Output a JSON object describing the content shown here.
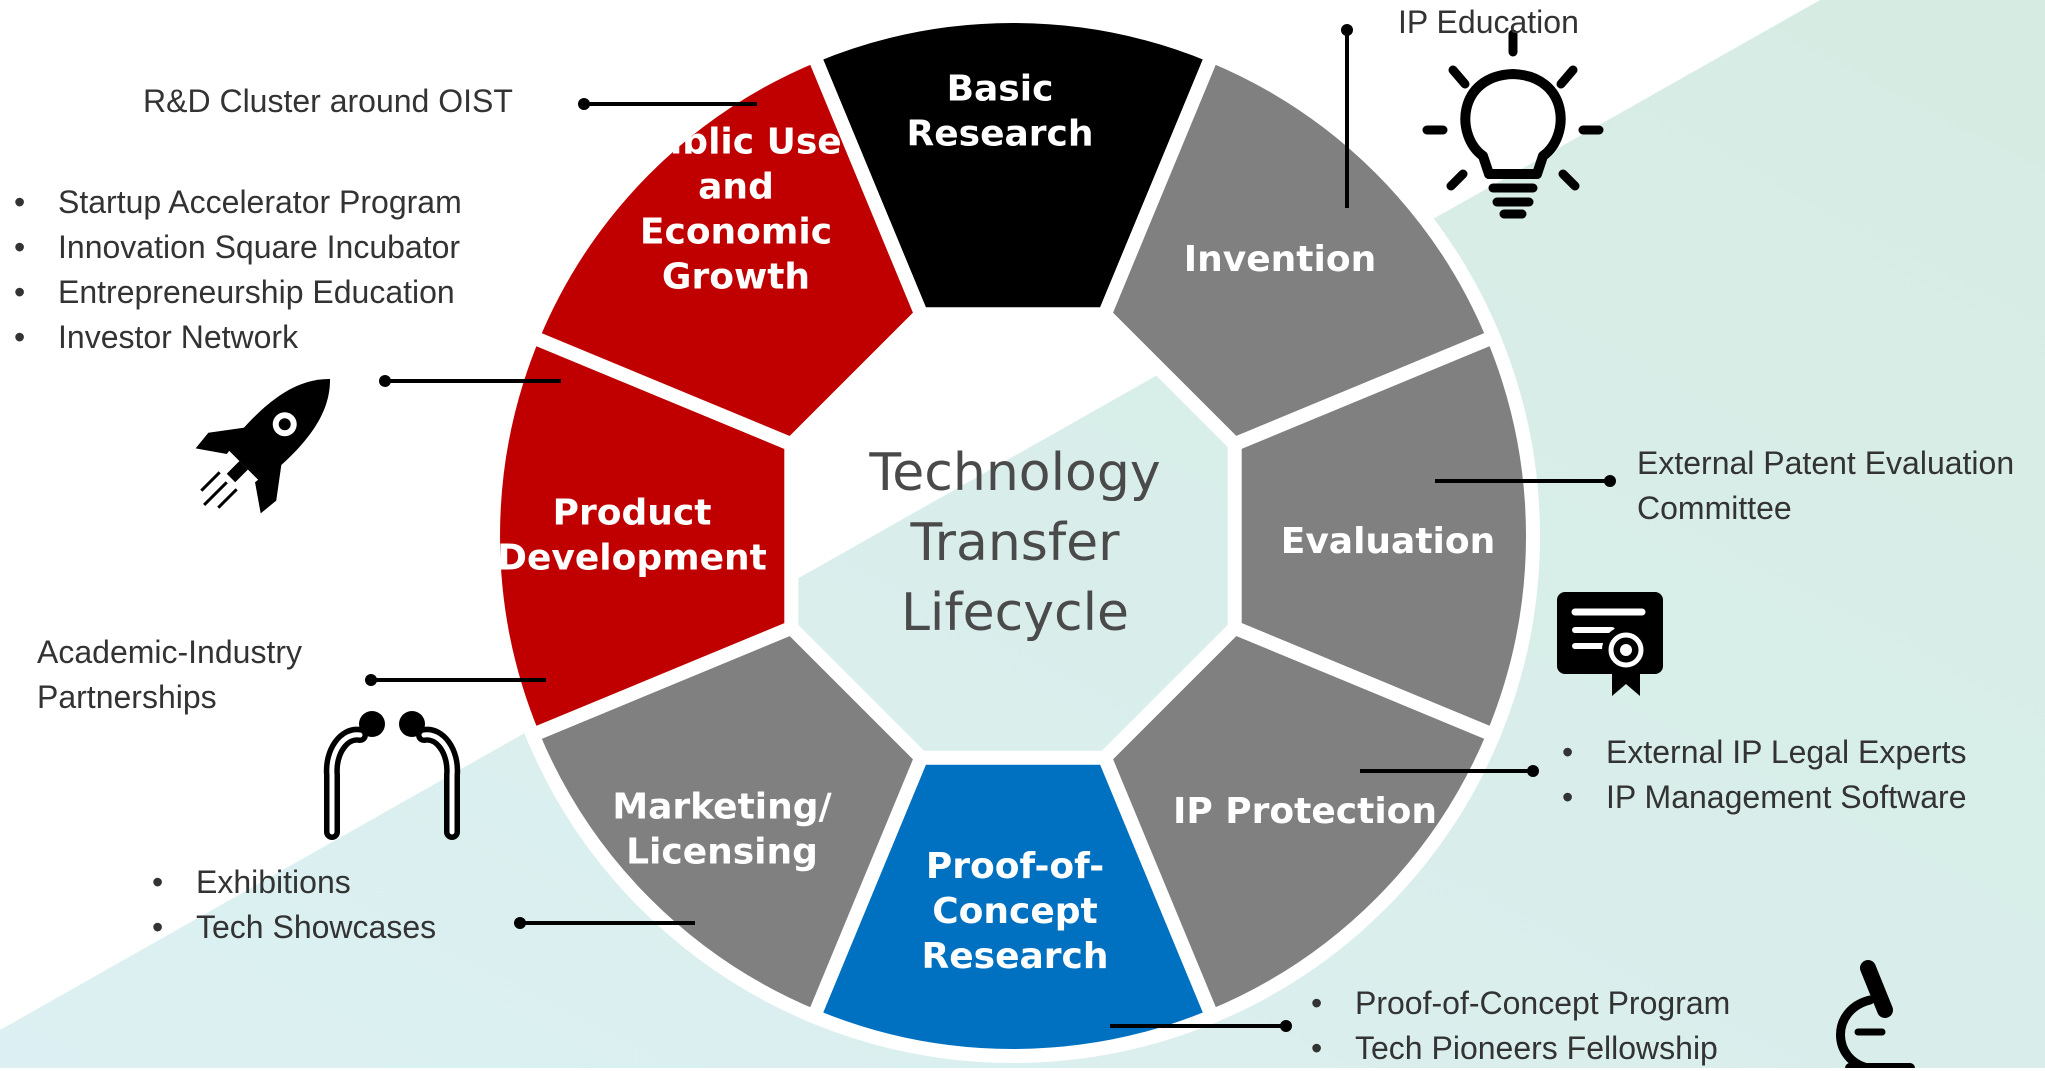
{
  "center_title": [
    "Technology",
    "Transfer",
    "Lifecycle"
  ],
  "segments": [
    {
      "id": "basic-research",
      "lines": [
        "Basic",
        "Research"
      ],
      "color": "#000000"
    },
    {
      "id": "invention",
      "lines": [
        "Invention"
      ],
      "color": "#808080"
    },
    {
      "id": "evaluation",
      "lines": [
        "Evaluation"
      ],
      "color": "#808080"
    },
    {
      "id": "ip-protection",
      "lines": [
        "IP Protection"
      ],
      "color": "#808080"
    },
    {
      "id": "proof-of-concept",
      "lines": [
        "Proof-of-",
        "Concept",
        "Research"
      ],
      "color": "#0070C0"
    },
    {
      "id": "marketing-licensing",
      "lines": [
        "Marketing/",
        "Licensing"
      ],
      "color": "#808080"
    },
    {
      "id": "product-development",
      "lines": [
        "Product",
        "Development"
      ],
      "color": "#C00000"
    },
    {
      "id": "public-use",
      "lines": [
        "Public Use",
        "and",
        "Economic",
        "Growth"
      ],
      "color": "#C00000"
    }
  ],
  "annotations": {
    "ip_education": "IP Education",
    "rd_cluster": "R&D Cluster around OIST",
    "startup_items": [
      "Startup Accelerator Program",
      "Innovation Square Incubator",
      "Entrepreneurship Education",
      "Investor Network"
    ],
    "patent_evaluation": [
      "External Patent Evaluation",
      "Committee"
    ],
    "academic_industry": [
      "Academic-Industry",
      "Partnerships"
    ],
    "ip_protection_items": [
      "External IP Legal Experts",
      "IP Management Software"
    ],
    "marketing_items": [
      "Exhibitions",
      "Tech Showcases"
    ],
    "poc_items": [
      "Proof-of-Concept Program",
      "Tech Pioneers Fellowship"
    ]
  },
  "icons": [
    "lightbulb-icon",
    "rocket-icon",
    "certificate-icon",
    "handshake-icon",
    "microscope-icon"
  ],
  "colors": {
    "red": "#C00000",
    "gray": "#808080",
    "black": "#000000",
    "blue": "#0070C0",
    "background_tint": "#d7ede9"
  }
}
